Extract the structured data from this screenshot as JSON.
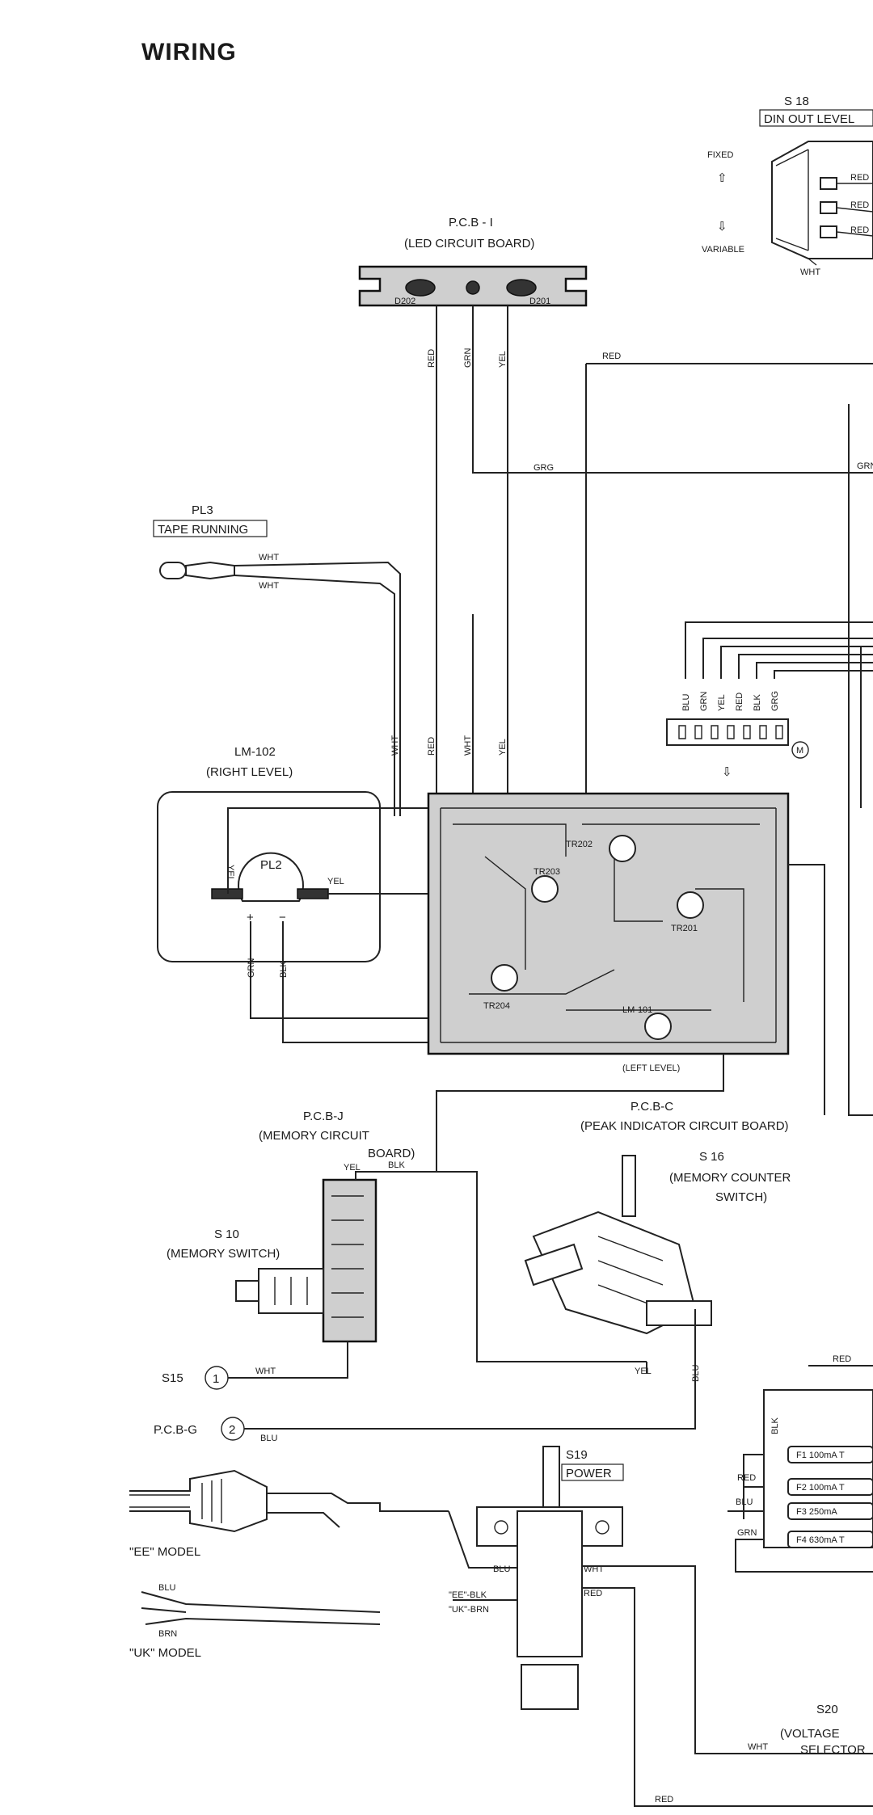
{
  "title": "WIRING",
  "labels": {
    "pcb_i": "P.C.B - I",
    "pcb_i_desc": "(LED CIRCUIT BOARD)",
    "d202": "D202",
    "d201": "D201",
    "s18": "S 18",
    "s18_desc": "DIN OUT LEVEL",
    "fixed": "FIXED",
    "variable": "VARIABLE",
    "pl3": "PL3",
    "pl3_desc": "TAPE RUNNING",
    "lm102": "LM-102",
    "lm102_desc": "(RIGHT LEVEL)",
    "pl2": "PL2",
    "lm101": "LM-101",
    "left_level": "(LEFT LEVEL)",
    "tr201": "TR201",
    "tr202": "TR202",
    "tr203": "TR203",
    "tr204": "TR204",
    "pcb_j": "P.C.B-J",
    "pcb_j_desc1": "(MEMORY CIRCUIT",
    "pcb_j_desc2": "BOARD)",
    "pcb_c": "P.C.B-C",
    "pcb_c_desc": "(PEAK INDICATOR CIRCUIT BOARD)",
    "s16": "S 16",
    "s16_desc1": "(MEMORY COUNTER",
    "s16_desc2": "SWITCH)",
    "s10": "S 10",
    "s10_desc": "(MEMORY SWITCH)",
    "s15": "S15",
    "s15_num": "1",
    "pcb_g": "P.C.B-G",
    "pcb_g_num": "2",
    "s19": "S19",
    "s19_desc": "POWER",
    "ee_model": "\"EE\" MODEL",
    "uk_model": "\"UK\" MODEL",
    "ee_blk": "\"EE\"-BLK",
    "uk_brn": "\"UK\"-BRN",
    "s20": "S20",
    "s20_desc1": "(VOLTAGE",
    "s20_desc2": "SELECTOR",
    "f1": "F1 100mA T",
    "f2": "F2 100mA T",
    "f3": "F3 250mA",
    "f4": "F4 630mA T",
    "m_symbol": "M"
  },
  "wire_colors": {
    "red": "RED",
    "grn": "GRN",
    "yel": "YEL",
    "wht": "WHT",
    "blu": "BLU",
    "blk": "BLK",
    "brn": "BRN",
    "grg": "GRG",
    "blu_l": "BLU",
    "blk_l": "BLK",
    "grn_l": "GRN",
    "yel_l": "YEL"
  },
  "connector_pins": [
    "BLU",
    "GRN",
    "YEL",
    "RED",
    "BLK",
    "GRG"
  ]
}
